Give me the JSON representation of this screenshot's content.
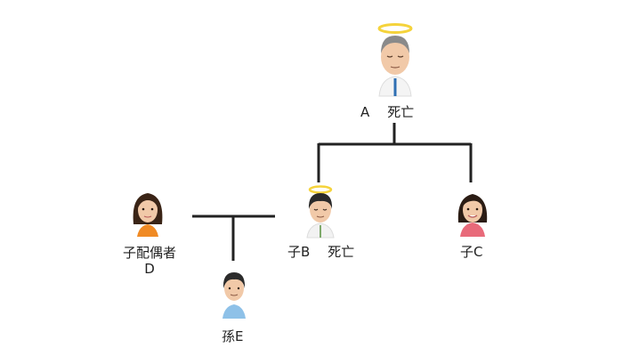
{
  "people": {
    "a": {
      "name": "A",
      "status": "死亡",
      "deceased": true,
      "shirt_color": "#f4f4f4",
      "tie_color": "#2f6fb3",
      "hair_color": "#8a8a8a"
    },
    "b": {
      "name": "子B",
      "status": "死亡",
      "deceased": true,
      "shirt_color": "#f2f2f2",
      "hair_color": "#2a2a2a"
    },
    "c": {
      "name": "子C",
      "shirt_color": "#e86a7a",
      "hair_color": "#2b1c14"
    },
    "d": {
      "name_line1": "子配偶者",
      "name_line2": "D",
      "shirt_color": "#f08a24",
      "hair_color": "#3a2416"
    },
    "e": {
      "name": "孫E",
      "shirt_color": "#8ec1e8",
      "hair_color": "#2b2b2b"
    }
  },
  "colors": {
    "line": "#222222",
    "halo": "#f5d33b",
    "skin": "#f1c9a8"
  }
}
